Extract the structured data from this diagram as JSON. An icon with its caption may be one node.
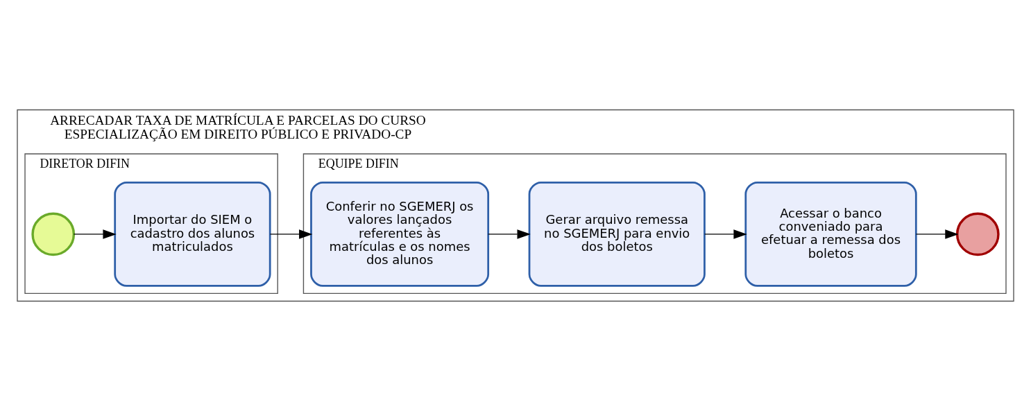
{
  "diagram": {
    "nodes": [
      {
        "text": [
          "ARRECADAR TAXA DE MATRÍCULA E PARCELAS DO CURSO ESPECIALIZAÇÃO EM DIREITO PÚBLICO E PRIVADO-CP"
        ]
      },
      {
        "text": [
          "DIRETOR DIFIN"
        ],
        "in": 0
      },
      {
        "text": [
          "EQUIPE DIFIN"
        ],
        "in": 0
      },
      {
        "text": [],
        "shape": "circle",
        "in": 1
      },
      {
        "text": [
          "Importar do SIEM o cadastro dos alunos matriculados"
        ],
        "in": 1
      },
      {
        "text": [
          "Conferir no SGEMERJ os valores lançados referentes às matrículas e os nomes dos alunos"
        ],
        "in": 2
      },
      {
        "text": [
          "Gerar arquivo remessa no SGEMERJ para envio dos boletos"
        ],
        "in": 2
      },
      {
        "text": [
          "Acessar o banco conveniado para efetuar a remessa dos boletos"
        ],
        "in": 2
      },
      {
        "text": [],
        "shape": "circle",
        "in": 2
      }
    ],
    "edges": [
      {
        "from": 3,
        "to": 4,
        "arrow": "to"
      },
      {
        "from": 4,
        "to": 5,
        "arrow": "to"
      },
      {
        "from": 5,
        "to": 6,
        "arrow": "to"
      },
      {
        "from": 6,
        "to": 7,
        "arrow": "to"
      },
      {
        "from": 7,
        "to": 8,
        "arrow": "to"
      }
    ]
  }
}
